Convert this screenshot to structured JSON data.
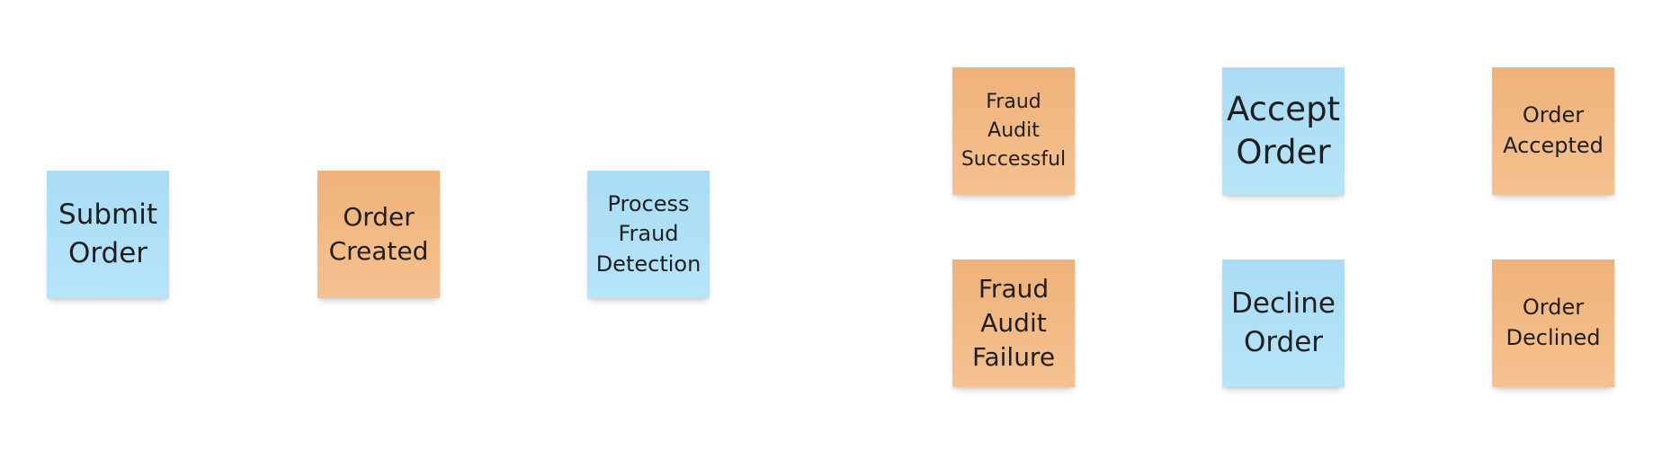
{
  "board": {
    "stickies": [
      {
        "id": "submit-order",
        "text": "Submit\nOrder",
        "color": "#b3e1f8",
        "kind": "command"
      },
      {
        "id": "order-created",
        "text": "Order\nCreated",
        "color": "#f2ba86",
        "kind": "event"
      },
      {
        "id": "process-fraud-detection",
        "text": "Process\nFraud\nDetection",
        "color": "#b3e1f8",
        "kind": "command"
      },
      {
        "id": "fraud-audit-successful",
        "text": "Fraud\nAudit\nSuccessful",
        "color": "#f2ba86",
        "kind": "event"
      },
      {
        "id": "accept-order",
        "text": "Accept\nOrder",
        "color": "#b3e1f8",
        "kind": "command"
      },
      {
        "id": "order-accepted",
        "text": "Order\nAccepted",
        "color": "#f2ba86",
        "kind": "event"
      },
      {
        "id": "fraud-audit-failure",
        "text": "Fraud\nAudit\nFailure",
        "color": "#f2ba86",
        "kind": "event"
      },
      {
        "id": "decline-order",
        "text": "Decline\nOrder",
        "color": "#b3e1f8",
        "kind": "command"
      },
      {
        "id": "order-declined",
        "text": "Order\nDeclined",
        "color": "#f2ba86",
        "kind": "event"
      }
    ]
  }
}
